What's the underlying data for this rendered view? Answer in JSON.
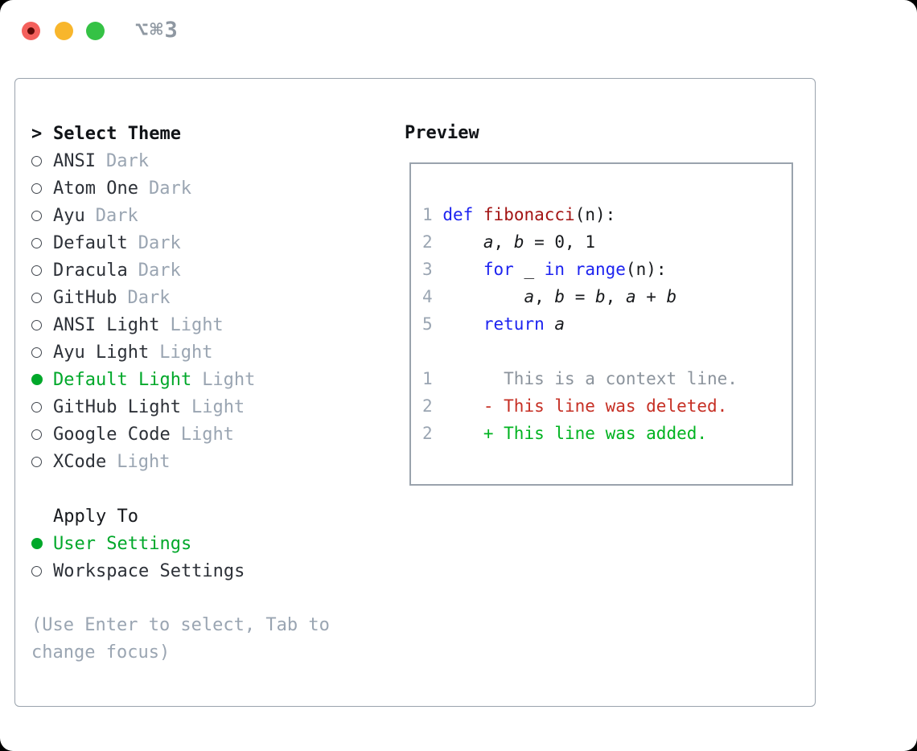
{
  "titlebar": {
    "shortcut": "⌥⌘3",
    "buttons": [
      {
        "name": "close"
      },
      {
        "name": "minimize"
      },
      {
        "name": "zoom"
      }
    ]
  },
  "theme_picker": {
    "cursor": ">",
    "title": "Select Theme",
    "items": [
      {
        "label": "ANSI",
        "tag": "Dark",
        "selected": false
      },
      {
        "label": "Atom One",
        "tag": "Dark",
        "selected": false
      },
      {
        "label": "Ayu",
        "tag": "Dark",
        "selected": false
      },
      {
        "label": "Default",
        "tag": "Dark",
        "selected": false
      },
      {
        "label": "Dracula",
        "tag": "Dark",
        "selected": false
      },
      {
        "label": "GitHub",
        "tag": "Dark",
        "selected": false
      },
      {
        "label": "ANSI Light",
        "tag": "Light",
        "selected": false
      },
      {
        "label": "Ayu Light",
        "tag": "Light",
        "selected": false
      },
      {
        "label": "Default Light",
        "tag": "Light",
        "selected": true
      },
      {
        "label": "GitHub Light",
        "tag": "Light",
        "selected": false
      },
      {
        "label": "Google Code",
        "tag": "Light",
        "selected": false
      },
      {
        "label": "XCode",
        "tag": "Light",
        "selected": false
      }
    ]
  },
  "apply_to": {
    "title": "Apply To",
    "options": [
      {
        "label": "User Settings",
        "selected": true
      },
      {
        "label": "Workspace Settings",
        "selected": false
      }
    ]
  },
  "hint": "(Use Enter to select, Tab to change focus)",
  "preview": {
    "title": "Preview",
    "code_lines": [
      {
        "num": "1",
        "tokens": [
          {
            "t": " "
          },
          {
            "t": "def",
            "c": "kw"
          },
          {
            "t": " "
          },
          {
            "t": "fibonacci",
            "c": "fn"
          },
          {
            "t": "(n):"
          }
        ]
      },
      {
        "num": "2",
        "tokens": [
          {
            "t": "     "
          },
          {
            "t": "a",
            "c": "var"
          },
          {
            "t": ", "
          },
          {
            "t": "b",
            "c": "var"
          },
          {
            "t": " = 0, 1"
          }
        ]
      },
      {
        "num": "3",
        "tokens": [
          {
            "t": "     "
          },
          {
            "t": "for",
            "c": "kw"
          },
          {
            "t": " _ "
          },
          {
            "t": "in",
            "c": "kw"
          },
          {
            "t": " "
          },
          {
            "t": "range",
            "c": "kw"
          },
          {
            "t": "(n):"
          }
        ]
      },
      {
        "num": "4",
        "tokens": [
          {
            "t": "         "
          },
          {
            "t": "a",
            "c": "var"
          },
          {
            "t": ", "
          },
          {
            "t": "b",
            "c": "var"
          },
          {
            "t": " = "
          },
          {
            "t": "b",
            "c": "var"
          },
          {
            "t": ", "
          },
          {
            "t": "a",
            "c": "var"
          },
          {
            "t": " + "
          },
          {
            "t": "b",
            "c": "var"
          }
        ]
      },
      {
        "num": "5",
        "tokens": [
          {
            "t": "     "
          },
          {
            "t": "return",
            "c": "kw"
          },
          {
            "t": " "
          },
          {
            "t": "a",
            "c": "var"
          }
        ]
      }
    ],
    "diff_lines": [
      {
        "num": "1",
        "kind": "ctx",
        "marker": " ",
        "text": "This is a context line."
      },
      {
        "num": "2",
        "kind": "del",
        "marker": "-",
        "text": "This line was deleted."
      },
      {
        "num": "2",
        "kind": "add",
        "marker": "+",
        "text": "This line was added."
      }
    ]
  },
  "colors": {
    "green": "#00a82a",
    "add": "#00b320",
    "del": "#c62f24",
    "kw": "#1d23f0",
    "fn": "#a31414",
    "ctx": "#8b939c",
    "gray": "#9aa5b2",
    "ink": "#2d3138",
    "border": "#9aa3ad",
    "red-light": "#f4605c",
    "yellow-light": "#f8b62c",
    "green-light": "#35c245"
  }
}
